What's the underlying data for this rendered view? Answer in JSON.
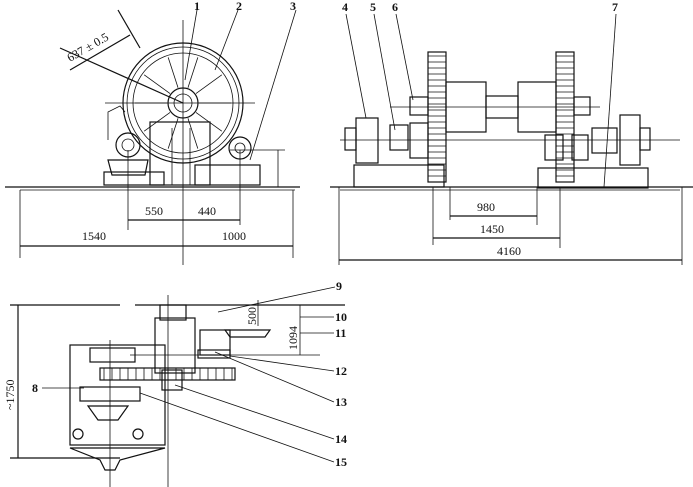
{
  "diagram": {
    "type": "engineering-drawing",
    "views": {
      "front_view": {
        "dimensions": {
          "radius": "637 ± 0.5",
          "d1": "550",
          "d2": "440",
          "d3": "1540",
          "d4": "1000"
        },
        "part_labels": [
          "1",
          "2",
          "3"
        ]
      },
      "side_view": {
        "dimensions": {
          "d1": "980",
          "d2": "1450",
          "d3": "4160"
        },
        "part_labels": [
          "4",
          "5",
          "6",
          "7"
        ]
      },
      "plan_view": {
        "dimensions": {
          "height": "~1750",
          "d1": "500",
          "d2": "1094"
        },
        "part_labels": [
          "8",
          "9",
          "10",
          "11",
          "12",
          "13",
          "14",
          "15"
        ]
      }
    },
    "colors": {
      "ink": "#111111",
      "paper": "#ffffff"
    }
  }
}
